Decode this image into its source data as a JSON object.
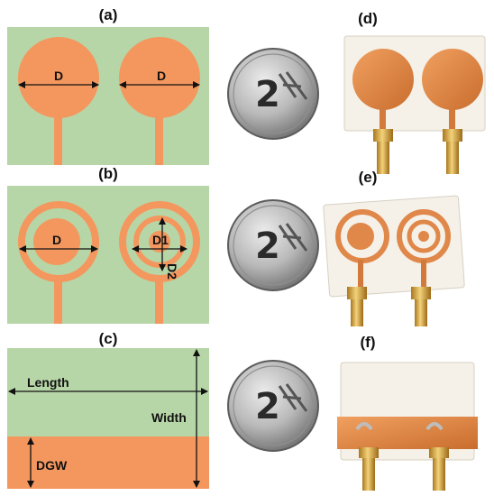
{
  "panels": {
    "a": {
      "label": "(a)",
      "left_dim": "D",
      "right_dim": "D"
    },
    "b": {
      "label": "(b)",
      "left_dim": "D",
      "right_dim_1": "D1",
      "right_dim_2": "D2"
    },
    "c": {
      "label": "(c)",
      "length": "Length",
      "width": "Width",
      "dgw": "DGW"
    },
    "d": {
      "label": "(d)"
    },
    "e": {
      "label": "(e)"
    },
    "f": {
      "label": "(f)"
    }
  },
  "coin": {
    "numeral": "2"
  },
  "colors": {
    "substrate": "#b7d6a7",
    "patch": "#f4975e",
    "copper": "#e0874a",
    "board": "#f5f1e8",
    "coin_light": "#d4d4d4",
    "coin_dark": "#7a7a7a",
    "connector": "#d2a54a"
  }
}
